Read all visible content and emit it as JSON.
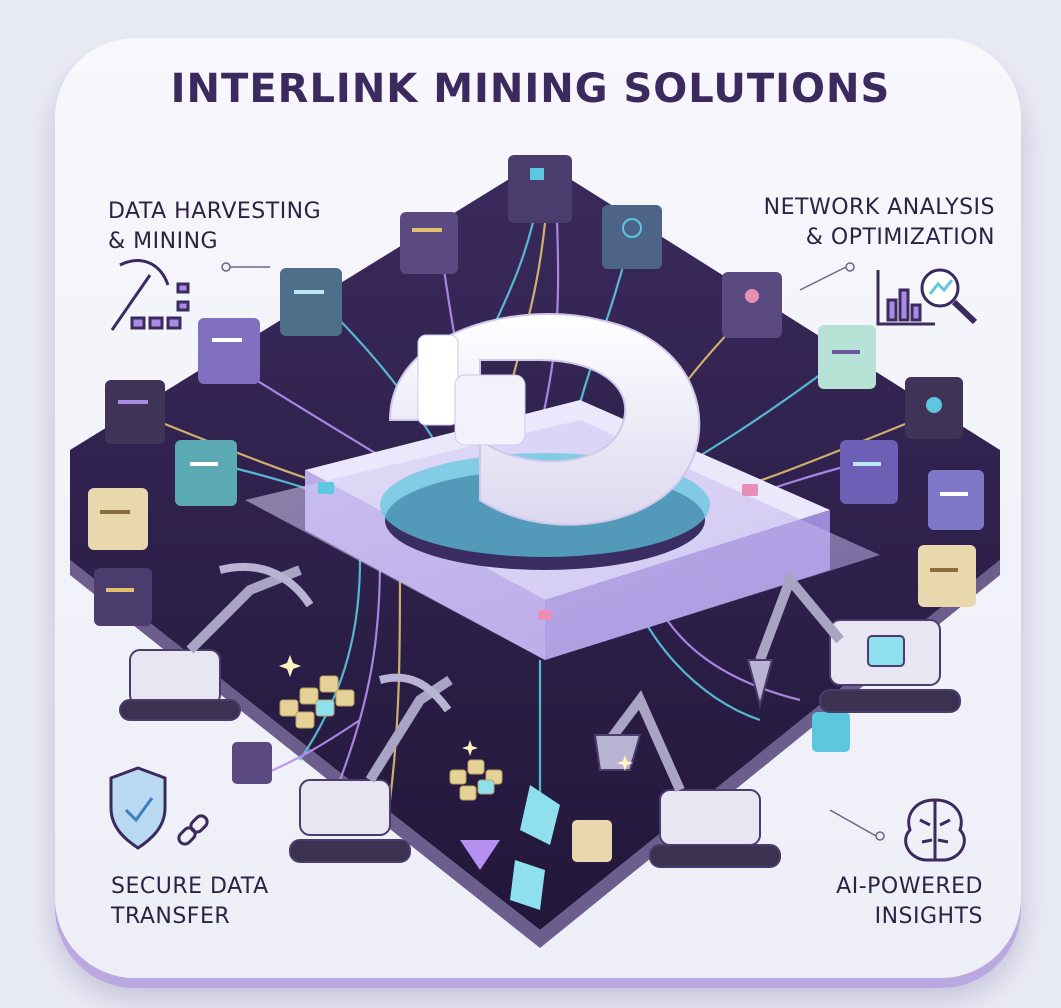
{
  "title": "INTERLINK MINING SOLUTIONS",
  "features": {
    "top_left": {
      "line1": "DATA HARVESTING",
      "line2": "& MINING",
      "icon": "pickaxe-chart-icon"
    },
    "top_right": {
      "line1": "NETWORK ANALYSIS",
      "line2": "& OPTIMIZATION",
      "icon": "chart-magnifier-icon"
    },
    "bottom_left": {
      "line1": "SECURE DATA",
      "line2": "TRANSFER",
      "icon": "shield-link-icon"
    },
    "bottom_right": {
      "line1": "AI-POWERED",
      "line2": "INSIGHTS",
      "icon": "brain-icon"
    }
  },
  "colors": {
    "platform": "#2c1f45",
    "accent_purple": "#a98be3",
    "accent_cyan": "#5cc7df",
    "title_text": "#3b2a5e"
  }
}
